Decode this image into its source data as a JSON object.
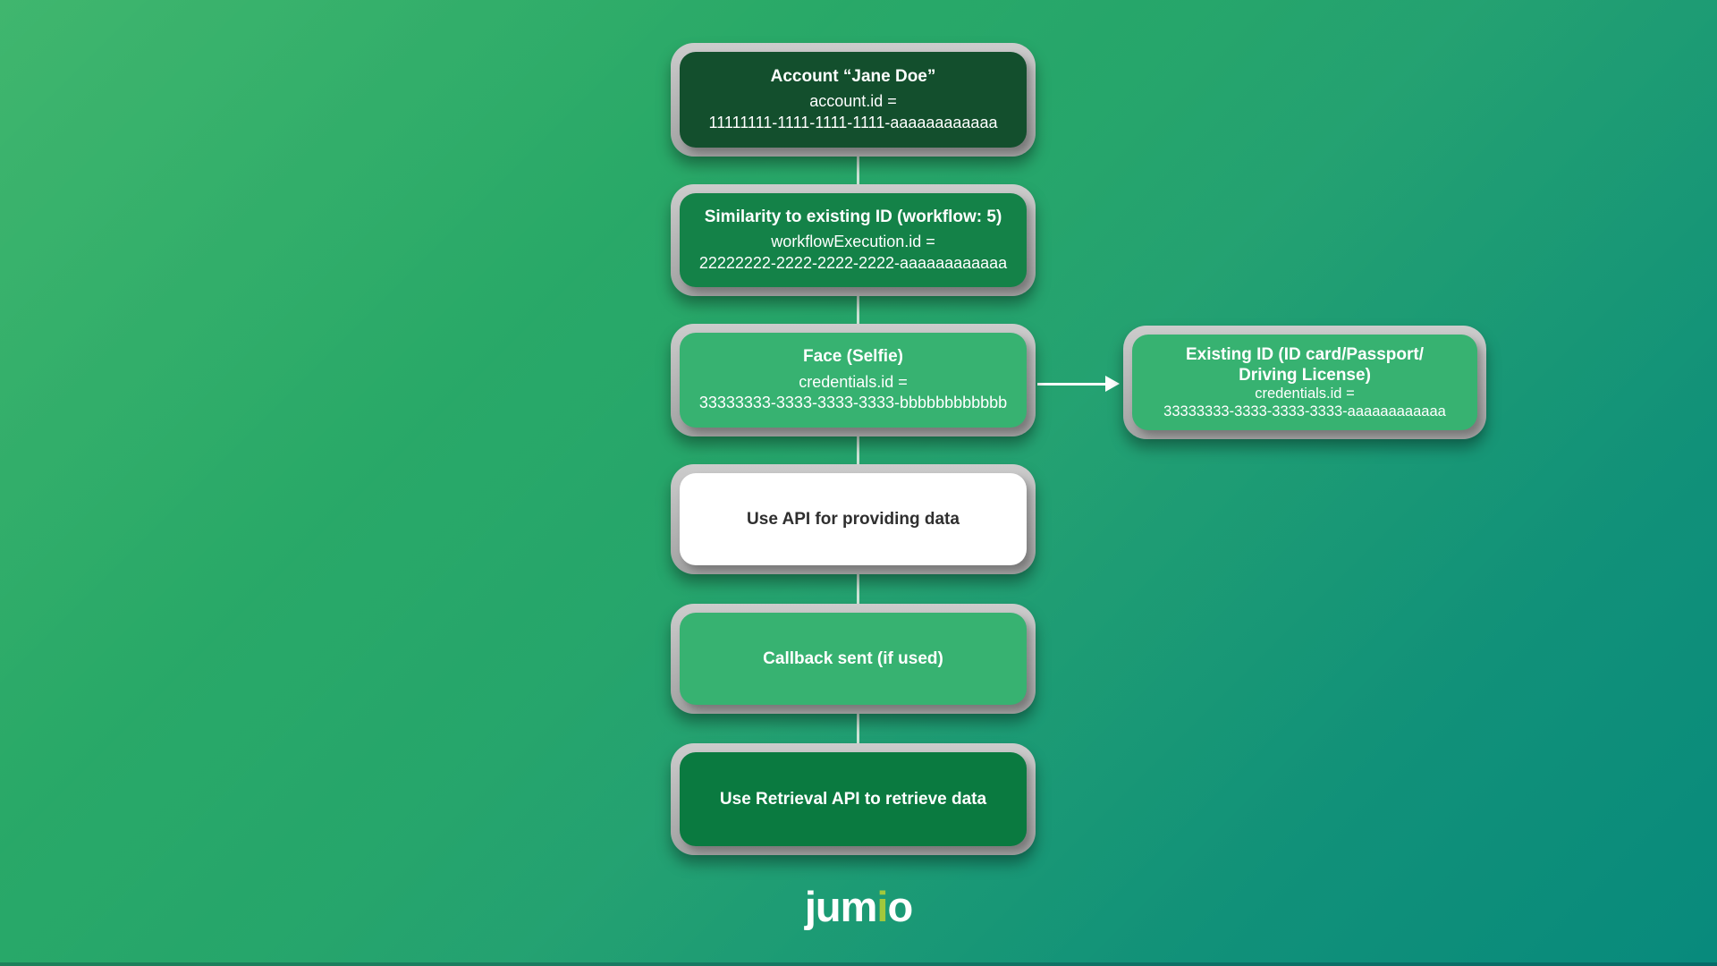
{
  "background": {
    "gradient_start": "#38b368",
    "gradient_end": "#088a7c"
  },
  "colors": {
    "frame_gray": "#b5b5b5",
    "connector": "#cfe6d8",
    "arrow": "#ffffff",
    "dark_green": "#134f2d",
    "medium_green": "#148248",
    "medium_dark_green": "#0a7a40",
    "light_green": "#37b271",
    "white_box": "#ffffff",
    "logo_accent": "#a2c83c"
  },
  "nodes": {
    "account": {
      "title": "Account “Jane Doe”",
      "sub1": "account.id =",
      "sub2": "11111111-1111-1111-1111-aaaaaaaaaaaa",
      "fill": "#134f2d",
      "text_color": "#ffffff"
    },
    "similarity": {
      "title": "Similarity to existing ID (workflow: 5)",
      "sub1": "workflowExecution.id =",
      "sub2": "22222222-2222-2222-2222-aaaaaaaaaaaa",
      "fill": "#148248",
      "text_color": "#ffffff"
    },
    "face": {
      "title": "Face (Selfie)",
      "sub1": "credentials.id =",
      "sub2": "33333333-3333-3333-3333-bbbbbbbbbbbb",
      "fill": "#37b271",
      "text_color": "#ffffff"
    },
    "use_api": {
      "title": "Use API for providing data",
      "fill": "#ffffff",
      "text_color": "#2f2f2f"
    },
    "callback": {
      "title": "Callback sent (if used)",
      "fill": "#37b271",
      "text_color": "#ffffff"
    },
    "retrieval": {
      "title": "Use Retrieval API to retrieve data",
      "fill": "#0a7a40",
      "text_color": "#ffffff"
    },
    "existing_id": {
      "title_line1": "Existing ID (ID card/Passport/",
      "title_line2": "Driving License)",
      "sub1": "credentials.id =",
      "sub2": "33333333-3333-3333-3333-aaaaaaaaaaaa",
      "fill": "#37b271",
      "text_color": "#ffffff"
    }
  },
  "logo": {
    "prefix": "jum",
    "accent_letter": "i",
    "suffix": "o",
    "accent_color": "#a2c83c"
  }
}
